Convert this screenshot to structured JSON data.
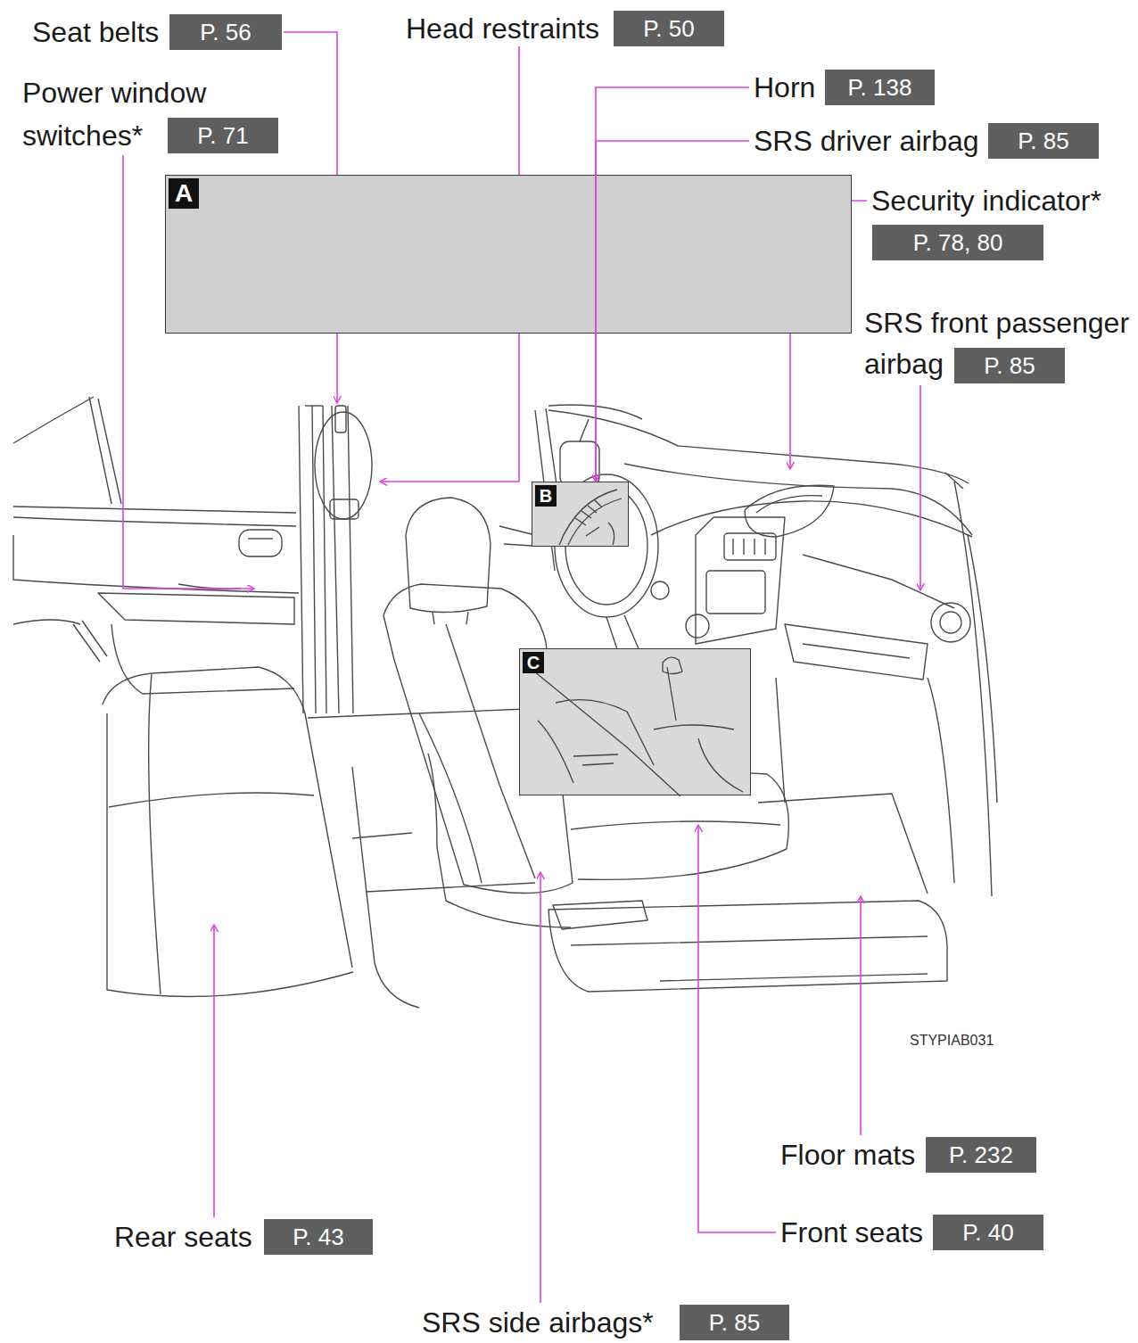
{
  "diagram": {
    "nodes": [
      {
        "text": [
          "Seat belts",
          "P. 56"
        ]
      },
      {
        "text": [
          "Head restraints",
          "P. 50"
        ]
      },
      {
        "text": [
          "Power window switches*",
          "P. 71"
        ]
      },
      {
        "text": [
          "Horn",
          "P. 138"
        ]
      },
      {
        "text": [
          "SRS driver airbag",
          "P. 85"
        ]
      },
      {
        "text": [
          "A"
        ]
      },
      {
        "text": [
          "Security indicator*",
          "P. 78, 80"
        ]
      },
      {
        "text": [
          "SRS front passenger airbag",
          "P. 85"
        ]
      },
      {
        "text": [
          "B"
        ]
      },
      {
        "text": [
          "C"
        ]
      },
      {
        "text": [
          "Floor mats",
          "P. 232"
        ]
      },
      {
        "text": [
          "Rear seats",
          "P. 43"
        ]
      },
      {
        "text": [
          "Front seats",
          "P. 40"
        ]
      },
      {
        "text": [
          "SRS side airbags*",
          "P. 85"
        ]
      }
    ],
    "edges": [
      {
        "from": 3,
        "to": 8,
        "arrow": "to"
      },
      {
        "from": 4,
        "to": 8,
        "arrow": "to"
      }
    ],
    "labels": [
      "STYPIAB031"
    ]
  }
}
